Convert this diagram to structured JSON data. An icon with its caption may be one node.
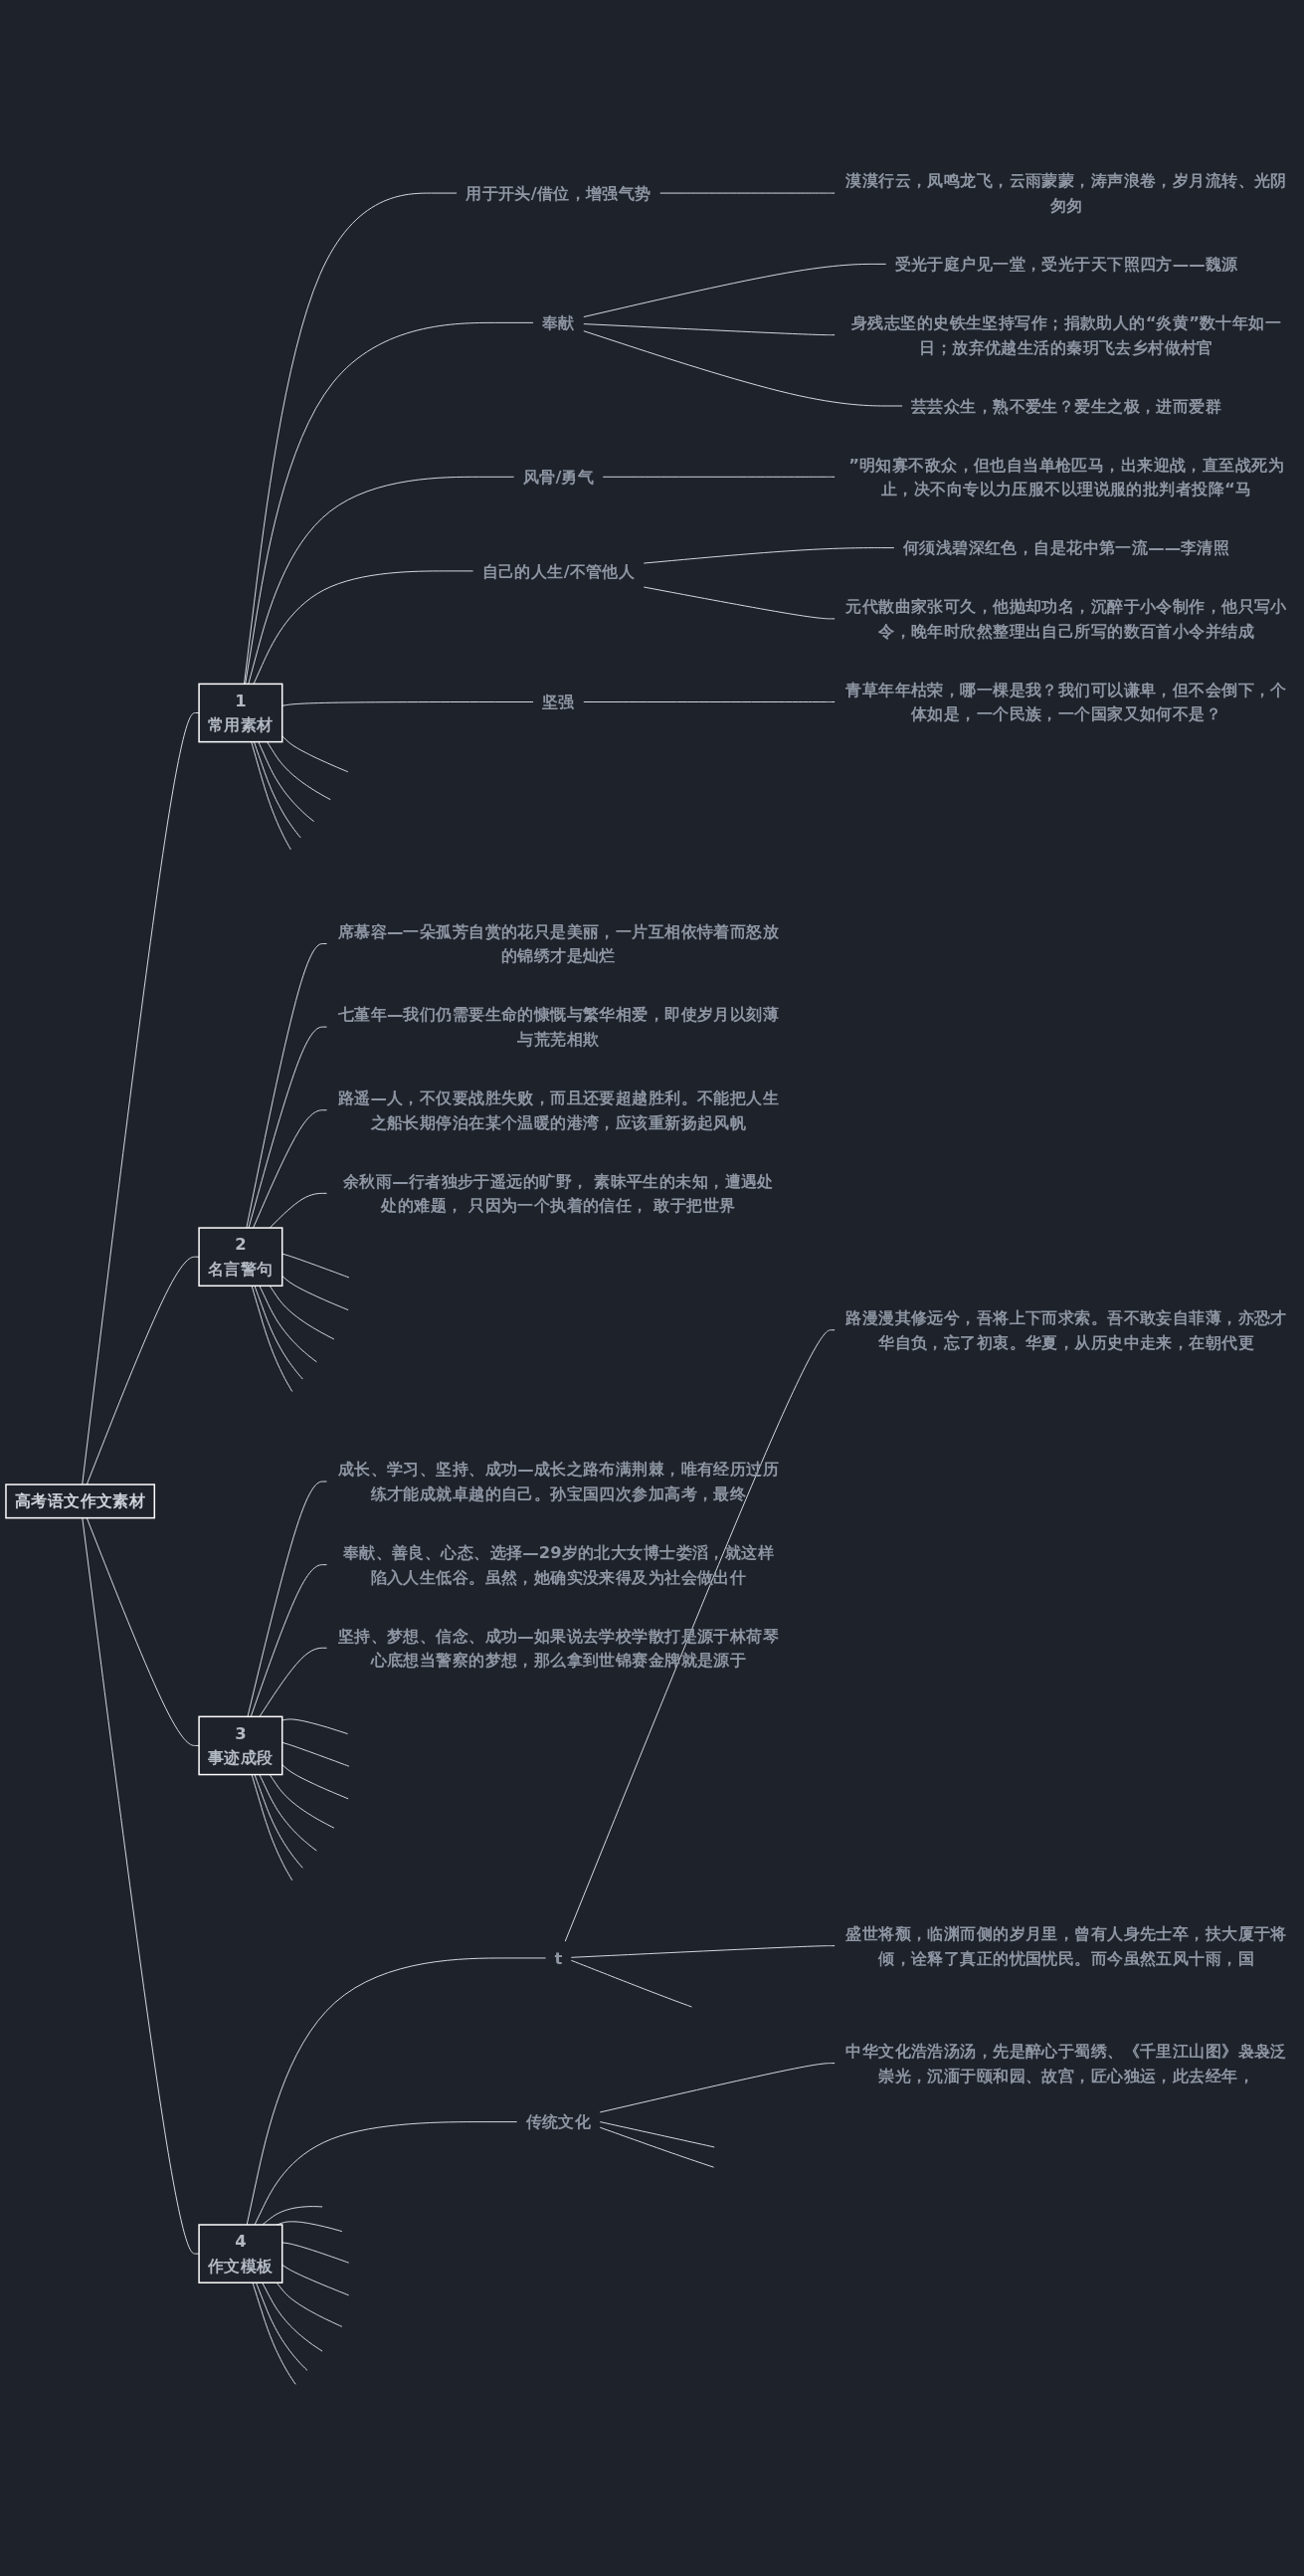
{
  "diagram": {
    "nodes": [
      {
        "text": [
          "高考语文作文素材"
        ]
      },
      {
        "text": [
          "1",
          "常用素材"
        ]
      },
      {
        "text": [
          "用于开头/借位，增强气势"
        ]
      },
      {
        "text": [
          "漠漠行云，凤鸣龙飞，云雨蒙蒙，涛声浪卷，岁月流转、光阴匆匆"
        ]
      },
      {
        "text": [
          "奉献"
        ]
      },
      {
        "text": [
          "受光于庭户见一堂，受光于天下照四方——魏源"
        ]
      },
      {
        "text": [
          "身残志坚的史铁生坚持写作；捐款助人的“炎黄”数十年如一日；放弃优越生活的秦玥飞去乡村做村官"
        ]
      },
      {
        "text": [
          "芸芸众生，熟不爱生？爱生之极，进而爱群"
        ]
      },
      {
        "text": [
          "风骨/勇气"
        ]
      },
      {
        "text": [
          "”明知寡不敌众，但也自当单枪匹马，出来迎战，直至战死为止，决不向专以力压服不以理说服的批判者投降“马"
        ]
      },
      {
        "text": [
          "自己的人生/不管他人"
        ]
      },
      {
        "text": [
          "何须浅碧深红色，自是花中第一流——李清照"
        ]
      },
      {
        "text": [
          "元代散曲家张可久，他抛却功名，沉醉于小令制作，他只写小令，晚年时欣然整理出自己所写的数百首小令并结成"
        ]
      },
      {
        "text": [
          "坚强"
        ]
      },
      {
        "text": [
          "青草年年枯荣，哪一棵是我？我们可以谦卑，但不会倒下，个体如是，一个民族，一个国家又如何不是？"
        ]
      },
      {
        "text": [
          "2",
          "名言警句"
        ]
      },
      {
        "text": [
          "席慕容—一朵孤芳自赏的花只是美丽，一片互相依恃着而怒放的锦绣才是灿烂"
        ]
      },
      {
        "text": [
          "七堇年—我们仍需要生命的慷慨与繁华相爱，即使岁月以刻薄与荒芜相欺"
        ]
      },
      {
        "text": [
          "路遥—人，不仅要战胜失败，而且还要超越胜利。不能把人生之船长期停泊在某个温暖的港湾，应该重新扬起风帆"
        ]
      },
      {
        "text": [
          "余秋雨—行者独步于遥远的旷野， 素昧平生的未知，遭遇处处的难题， 只因为一个执着的信任， 敢于把世界"
        ]
      },
      {
        "text": [
          "3",
          "事迹成段"
        ]
      },
      {
        "text": [
          "成长、学习、坚持、成功—成长之路布满荆棘，唯有经历过历练才能成就卓越的自己。孙宝国四次参加高考，最终"
        ]
      },
      {
        "text": [
          "奉献、善良、心态、选择—29岁的北大女博士娄滔，就这样陷入人生低谷。虽然，她确实没来得及为社会做出什"
        ]
      },
      {
        "text": [
          "坚持、梦想、信念、成功—如果说去学校学散打是源于林荷琴心底想当警察的梦想，那么拿到世锦赛金牌就是源于"
        ]
      },
      {
        "text": [
          "4",
          "作文模板"
        ]
      },
      {
        "text": [
          "t"
        ]
      },
      {
        "text": [
          "路漫漫其修远兮，吾将上下而求索。吾不敢妄自菲薄，亦恐才华自负，忘了初衷。华夏，从历史中走来，在朝代更"
        ]
      },
      {
        "text": [
          "盛世将颓，临渊而侧的岁月里，曾有人身先士卒，扶大厦于将倾，诠释了真正的忧国忧民。而今虽然五风十雨，国"
        ]
      },
      {
        "text": [
          "传统文化"
        ]
      },
      {
        "text": [
          "中华文化浩浩汤汤，先是醉心于蜀绣、《千里江山图》袅袅泛崇光，沉湎于颐和园、故宫，匠心独运，此去经年，"
        ]
      }
    ],
    "edges": [
      {
        "from": 0,
        "to": 1,
        "arrow": "none"
      },
      {
        "from": 1,
        "to": 2,
        "arrow": "none"
      },
      {
        "from": 2,
        "to": 3,
        "arrow": "none"
      },
      {
        "from": 1,
        "to": 4,
        "arrow": "none"
      },
      {
        "from": 4,
        "to": 5,
        "arrow": "none"
      },
      {
        "from": 4,
        "to": 6,
        "arrow": "none"
      },
      {
        "from": 4,
        "to": 7,
        "arrow": "none"
      },
      {
        "from": 1,
        "to": 8,
        "arrow": "none"
      },
      {
        "from": 8,
        "to": 9,
        "arrow": "none"
      },
      {
        "from": 1,
        "to": 10,
        "arrow": "none"
      },
      {
        "from": 10,
        "to": 11,
        "arrow": "none"
      },
      {
        "from": 10,
        "to": 12,
        "arrow": "none"
      },
      {
        "from": 1,
        "to": 13,
        "arrow": "none"
      },
      {
        "from": 13,
        "to": 14,
        "arrow": "none"
      },
      {
        "from": 1,
        "to": null,
        "arrow": "none"
      },
      {
        "from": 1,
        "to": null,
        "arrow": "none"
      },
      {
        "from": 1,
        "to": null,
        "arrow": "none"
      },
      {
        "from": 1,
        "to": null,
        "arrow": "none"
      },
      {
        "from": 1,
        "to": null,
        "arrow": "none"
      },
      {
        "from": 0,
        "to": 15,
        "arrow": "none"
      },
      {
        "from": 15,
        "to": 16,
        "arrow": "none"
      },
      {
        "from": 15,
        "to": 17,
        "arrow": "none"
      },
      {
        "from": 15,
        "to": 18,
        "arrow": "none"
      },
      {
        "from": 15,
        "to": 19,
        "arrow": "none"
      },
      {
        "from": 15,
        "to": null,
        "arrow": "none"
      },
      {
        "from": 15,
        "to": null,
        "arrow": "none"
      },
      {
        "from": 15,
        "to": null,
        "arrow": "none"
      },
      {
        "from": 15,
        "to": null,
        "arrow": "none"
      },
      {
        "from": 15,
        "to": null,
        "arrow": "none"
      },
      {
        "from": 15,
        "to": null,
        "arrow": "none"
      },
      {
        "from": 0,
        "to": 20,
        "arrow": "none"
      },
      {
        "from": 20,
        "to": 21,
        "arrow": "none"
      },
      {
        "from": 20,
        "to": 22,
        "arrow": "none"
      },
      {
        "from": 20,
        "to": 23,
        "arrow": "none"
      },
      {
        "from": 20,
        "to": null,
        "arrow": "none"
      },
      {
        "from": 20,
        "to": null,
        "arrow": "none"
      },
      {
        "from": 20,
        "to": null,
        "arrow": "none"
      },
      {
        "from": 20,
        "to": null,
        "arrow": "none"
      },
      {
        "from": 20,
        "to": null,
        "arrow": "none"
      },
      {
        "from": 20,
        "to": null,
        "arrow": "none"
      },
      {
        "from": 20,
        "to": null,
        "arrow": "none"
      },
      {
        "from": 0,
        "to": 24,
        "arrow": "none"
      },
      {
        "from": 24,
        "to": 25,
        "arrow": "none"
      },
      {
        "from": 25,
        "to": 26,
        "arrow": "none"
      },
      {
        "from": 25,
        "to": 27,
        "arrow": "none"
      },
      {
        "from": 25,
        "to": null,
        "arrow": "none"
      },
      {
        "from": 24,
        "to": 28,
        "arrow": "none"
      },
      {
        "from": 28,
        "to": 29,
        "arrow": "none"
      },
      {
        "from": 28,
        "to": null,
        "arrow": "none"
      },
      {
        "from": 28,
        "to": null,
        "arrow": "none"
      },
      {
        "from": 24,
        "to": null,
        "arrow": "none"
      },
      {
        "from": 24,
        "to": null,
        "arrow": "none"
      },
      {
        "from": 24,
        "to": null,
        "arrow": "none"
      },
      {
        "from": 24,
        "to": null,
        "arrow": "none"
      },
      {
        "from": 24,
        "to": null,
        "arrow": "none"
      },
      {
        "from": 24,
        "to": null,
        "arrow": "none"
      },
      {
        "from": 24,
        "to": null,
        "arrow": "none"
      },
      {
        "from": 24,
        "to": null,
        "arrow": "none"
      }
    ]
  }
}
